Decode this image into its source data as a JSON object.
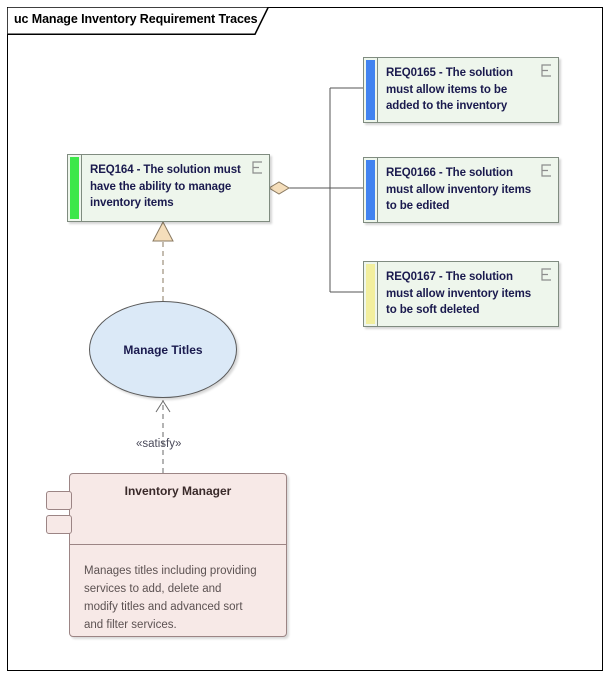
{
  "diagram": {
    "kind_prefix": "uc",
    "title": "uc Manage Inventory Requirement Traces",
    "background": "#ffffff",
    "frame_border": "#000000"
  },
  "requirements": [
    {
      "id": "req164",
      "name": "REQ164",
      "text": "REQ164 - The solution must have the ability to manage inventory items",
      "bar_color": "#3ce74a",
      "fill": "#eef6ec",
      "border": "#808c80",
      "icon": "requirement-icon"
    },
    {
      "id": "req0165",
      "name": "REQ0165",
      "text": "REQ0165 - The solution must allow items to be added to the inventory",
      "bar_color": "#4183f0",
      "fill": "#eef6ec",
      "border": "#808c80",
      "icon": "requirement-icon"
    },
    {
      "id": "req0166",
      "name": "REQ0166",
      "text": "REQ0166 - The solution must allow inventory items to be edited",
      "bar_color": "#4183f0",
      "fill": "#eef6ec",
      "border": "#808c80",
      "icon": "requirement-icon"
    },
    {
      "id": "req0167",
      "name": "REQ0167",
      "text": "REQ0167 - The solution must allow inventory items to be soft deleted",
      "bar_color": "#f2ef9e",
      "fill": "#eef6ec",
      "border": "#808c80",
      "icon": "requirement-icon"
    }
  ],
  "usecase": {
    "label": "Manage Titles",
    "fill": "#dbe9f7",
    "border": "#5a5a5a"
  },
  "component": {
    "title": "Inventory Manager",
    "description": "Manages titles including providing\nservices to add, delete and\nmodify titles and advanced sort\nand filter services.",
    "description_lines": [
      "Manages titles including providing",
      "services to add, delete and",
      "modify titles and advanced sort",
      "and filter services."
    ],
    "fill": "#f7e9e7",
    "border": "#9c8585"
  },
  "connectors": [
    {
      "id": "aggregation-req164-to-children",
      "type": "aggregation",
      "from": "req164",
      "to": [
        "req0165",
        "req0166",
        "req0167"
      ],
      "label": "",
      "marker": "filled-diamond",
      "marker_fill": "#f5debb",
      "line": "#555555"
    },
    {
      "id": "realization-usecase-to-req164",
      "type": "realization",
      "from": "usecase",
      "to": "req164",
      "label": "",
      "marker": "hollow-triangle",
      "marker_fill": "#f5debb",
      "line": "#555555",
      "style": "dashed"
    },
    {
      "id": "satisfy-component-to-usecase",
      "type": "dependency",
      "from": "component",
      "to": "usecase",
      "label": "«satisfy»",
      "marker": "open-arrow",
      "line": "#555555",
      "style": "dashed"
    }
  ]
}
